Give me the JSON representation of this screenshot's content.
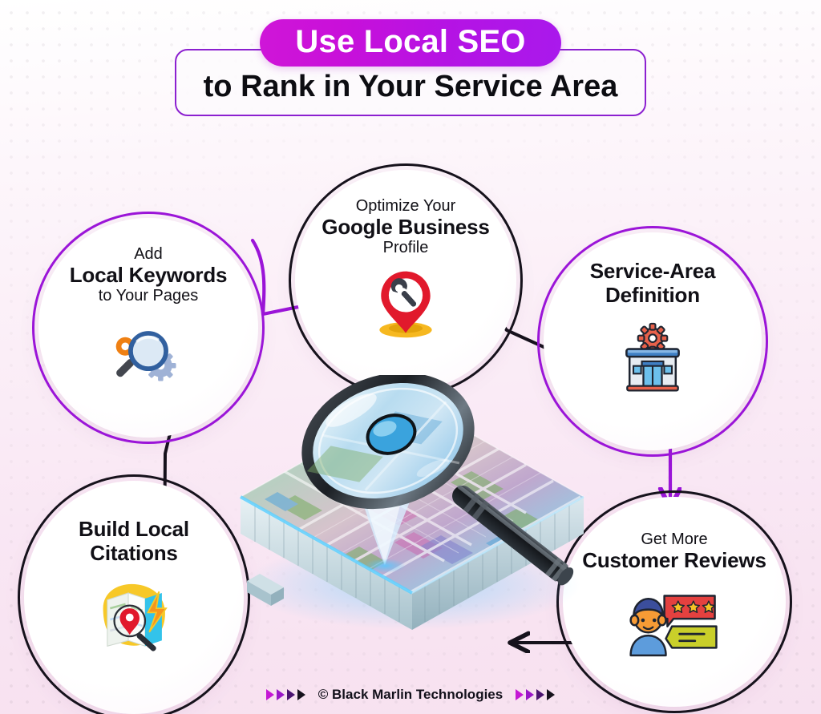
{
  "header": {
    "badge_label": "Use Local SEO",
    "title_line": "to Rank in Your Service Area",
    "badge_gradient_from": "#cf16d8",
    "badge_gradient_to": "#a919ec",
    "box_border_color": "#8c20d0"
  },
  "nodes": [
    {
      "id": "add-local-keywords",
      "line1": "Add",
      "line2": "Local Keywords",
      "line3": "to Your Pages",
      "icon": "key-magnifier-gear-icon",
      "ring_color": "#9b15d8"
    },
    {
      "id": "optimize-google-business-profile",
      "line1": "Optimize Your",
      "line2": "Google Business",
      "line3": "Profile",
      "icon": "map-pin-wrench-icon",
      "ring_color": "#16121c"
    },
    {
      "id": "service-area-definition",
      "line1": "",
      "line2": "Service-Area",
      "line3": "Definition",
      "icon": "storefront-gear-icon",
      "ring_color": "#9b15d8"
    },
    {
      "id": "get-more-customer-reviews",
      "line1": "Get More",
      "line2": "Customer Reviews",
      "line3": "",
      "icon": "customer-review-stars-icon",
      "ring_color": "#16121c"
    },
    {
      "id": "build-local-citations",
      "line1": "",
      "line2": "Build Local",
      "line3": "Citations",
      "icon": "map-pin-magnifier-bolt-icon",
      "ring_color": "#16121c"
    }
  ],
  "connectors": [
    {
      "id": "keywords-to-gbp",
      "color": "#9b15d8",
      "direction": "right"
    },
    {
      "id": "gbp-to-service-area",
      "color": "#16121c",
      "direction": "down-right"
    },
    {
      "id": "service-area-to-reviews",
      "color": "#9b15d8",
      "direction": "down"
    },
    {
      "id": "reviews-to-citations",
      "color": "#16121c",
      "direction": "left"
    },
    {
      "id": "citations-to-keywords",
      "color": "#16121c",
      "direction": "up"
    }
  ],
  "center_illustration": {
    "name": "isometric-city-map-with-magnifier-pin",
    "alt": "3D isometric city map slab with a glass magnifying glass shaped like a location pin"
  },
  "footer": {
    "credit": "© Black Marlin Technologies",
    "arrow_count_left": 4,
    "arrow_count_right": 4,
    "arrow_colors": [
      "#c518d4",
      "#9a16c8",
      "#4b1470",
      "#16121c"
    ]
  },
  "theme": {
    "background_top": "#ffffff",
    "background_bottom": "#f7e1f0",
    "accent_purple": "#9b15d8",
    "accent_magenta": "#cf16d8",
    "ink": "#111016",
    "dot_color": "#968c96"
  }
}
